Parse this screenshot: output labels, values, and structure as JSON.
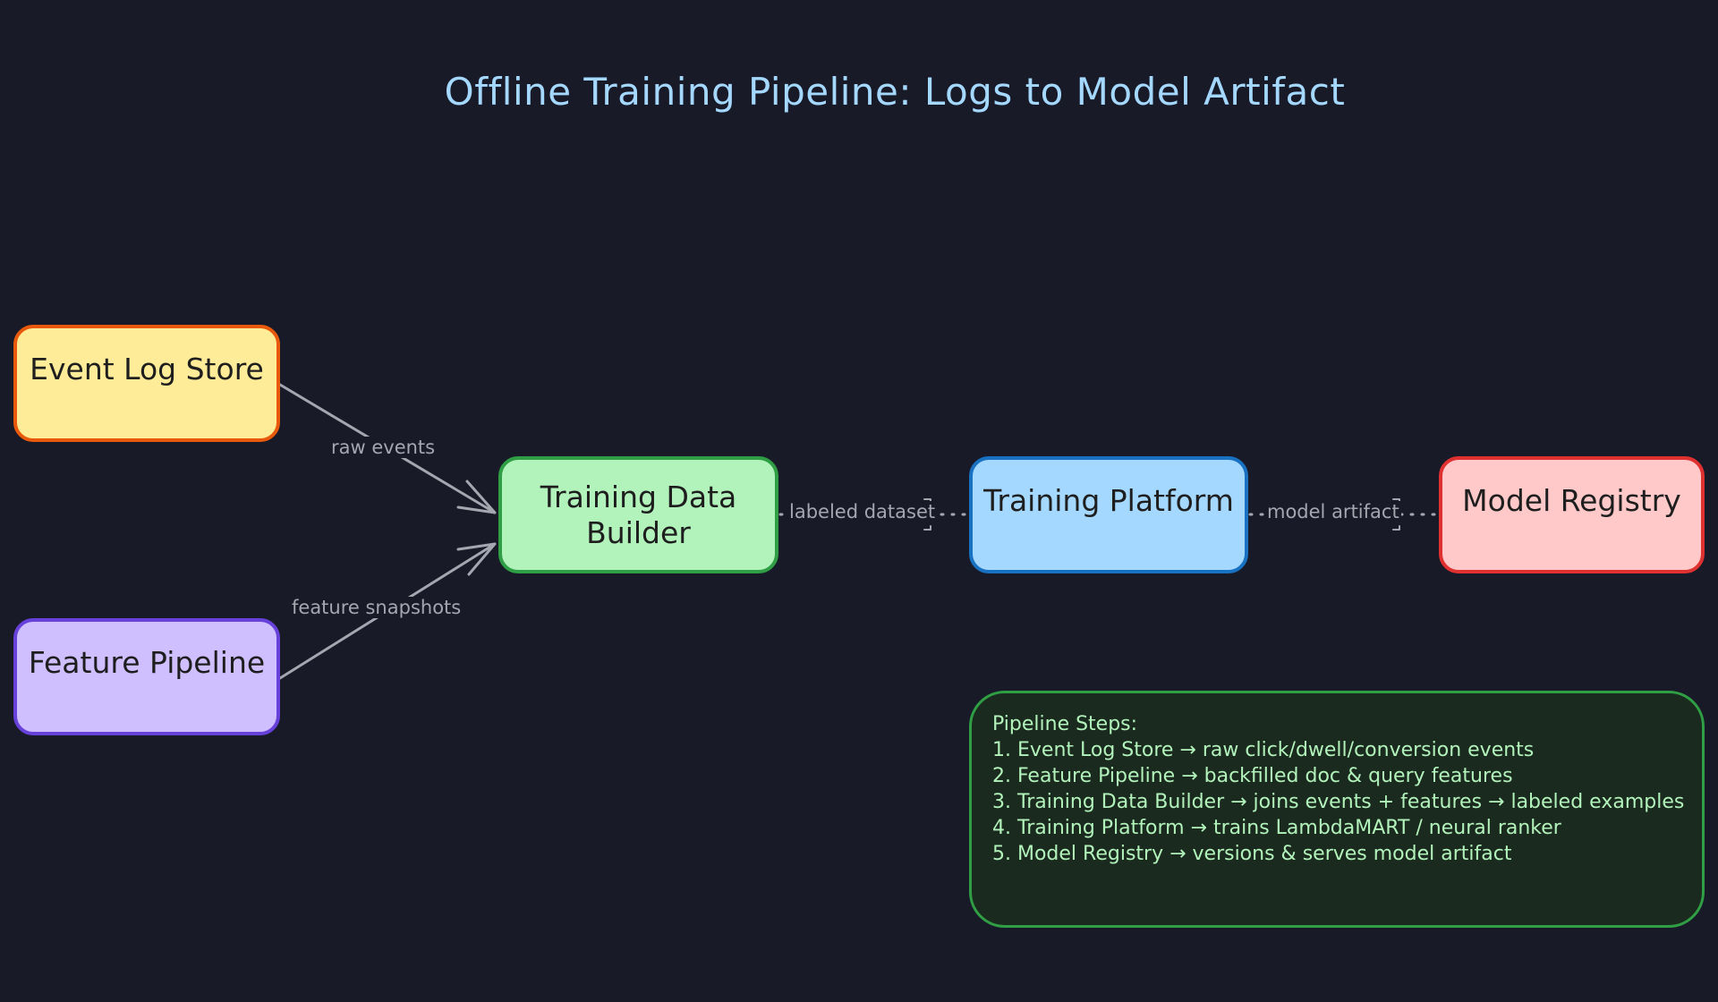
{
  "title": "Offline Training Pipeline: Logs to Model Artifact",
  "nodes": {
    "event_log_store": "Event Log Store",
    "feature_pipeline": "Feature Pipeline",
    "training_data_builder": "Training Data Builder",
    "training_platform": "Training Platform",
    "model_registry": "Model Registry"
  },
  "edges": {
    "raw_events": "raw events",
    "feature_snapshots": "feature snapshots",
    "labeled_dataset": "labeled dataset",
    "model_artifact": "model artifact"
  },
  "notes": {
    "heading": "Pipeline Steps:",
    "steps": [
      "1. Event Log Store → raw click/dwell/conversion events",
      "2. Feature Pipeline → backfilled doc & query features",
      "3. Training Data Builder → joins events + features → labeled examples",
      "4. Training Platform → trains LambdaMART / neural ranker",
      "5. Model Registry → versions & serves model artifact"
    ]
  },
  "colors": {
    "background": "#181a28",
    "title": "#a5d8ff",
    "connector": "#a4a6b0",
    "event_log_store": "#ffec99",
    "feature_pipeline": "#d0bfff",
    "training_data_builder": "#b2f2bb",
    "training_platform": "#a5d8ff",
    "model_registry": "#ffc9c9",
    "notes_text": "#b2f2bb"
  }
}
